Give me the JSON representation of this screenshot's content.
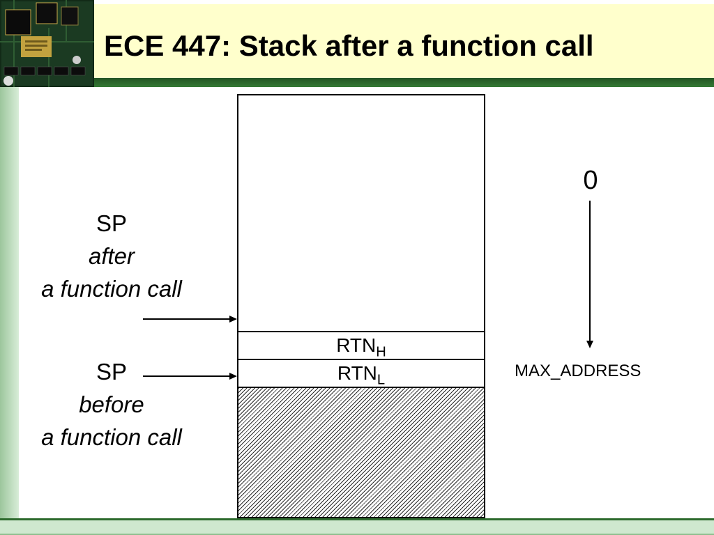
{
  "slide": {
    "title": "ECE 447: Stack after a function call"
  },
  "diagram": {
    "stack": {
      "cells": [
        {
          "base": "RTN",
          "sub": "H"
        },
        {
          "base": "RTN",
          "sub": "L"
        }
      ]
    },
    "pointers": {
      "sp_after": {
        "line1": "SP",
        "line2": "after",
        "line3": "a function call"
      },
      "sp_before": {
        "line1": "SP",
        "line2": "before",
        "line3": "a function call"
      }
    },
    "address_axis": {
      "top_label": "0",
      "bottom_label": "MAX_ADDRESS"
    }
  },
  "colors": {
    "title_background": "#FFFFCC",
    "rule_green": "#2D6A2D",
    "strip_green_light": "#CFE8CF"
  },
  "decorations": {
    "top_left_image": "circuit-board-photo"
  }
}
